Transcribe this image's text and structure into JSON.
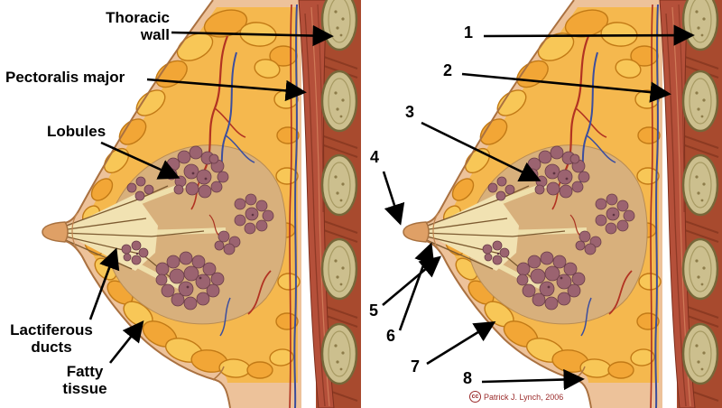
{
  "colors": {
    "background": "#ffffff",
    "arrow": "#000000",
    "label_text": "#000000",
    "skin": "#edc29a",
    "fat": "#f5b84e",
    "fat_lobule_dark": "#f2a636",
    "fat_lobule_light": "#f8c757",
    "gland_base": "#d8b07c",
    "gland_lobule": "#9b6370",
    "duct_line": "#7c5a30",
    "muscle": "#b5503a",
    "rib": "#ccbf8e",
    "credit_text": "#9b2b2b"
  },
  "left_panel": {
    "labels": [
      {
        "text": "Thoracic wall"
      },
      {
        "text": "Pectoralis major"
      },
      {
        "text": "Lobules"
      },
      {
        "text": "Lactiferous ducts"
      },
      {
        "text": "Fatty tissue"
      }
    ]
  },
  "right_panel": {
    "labels": [
      {
        "text": "1"
      },
      {
        "text": "2"
      },
      {
        "text": "3"
      },
      {
        "text": "4"
      },
      {
        "text": "5"
      },
      {
        "text": "6"
      },
      {
        "text": "7"
      },
      {
        "text": "8"
      }
    ],
    "credit": {
      "license": "cc",
      "text": "Patrick J. Lynch, 2006"
    }
  }
}
